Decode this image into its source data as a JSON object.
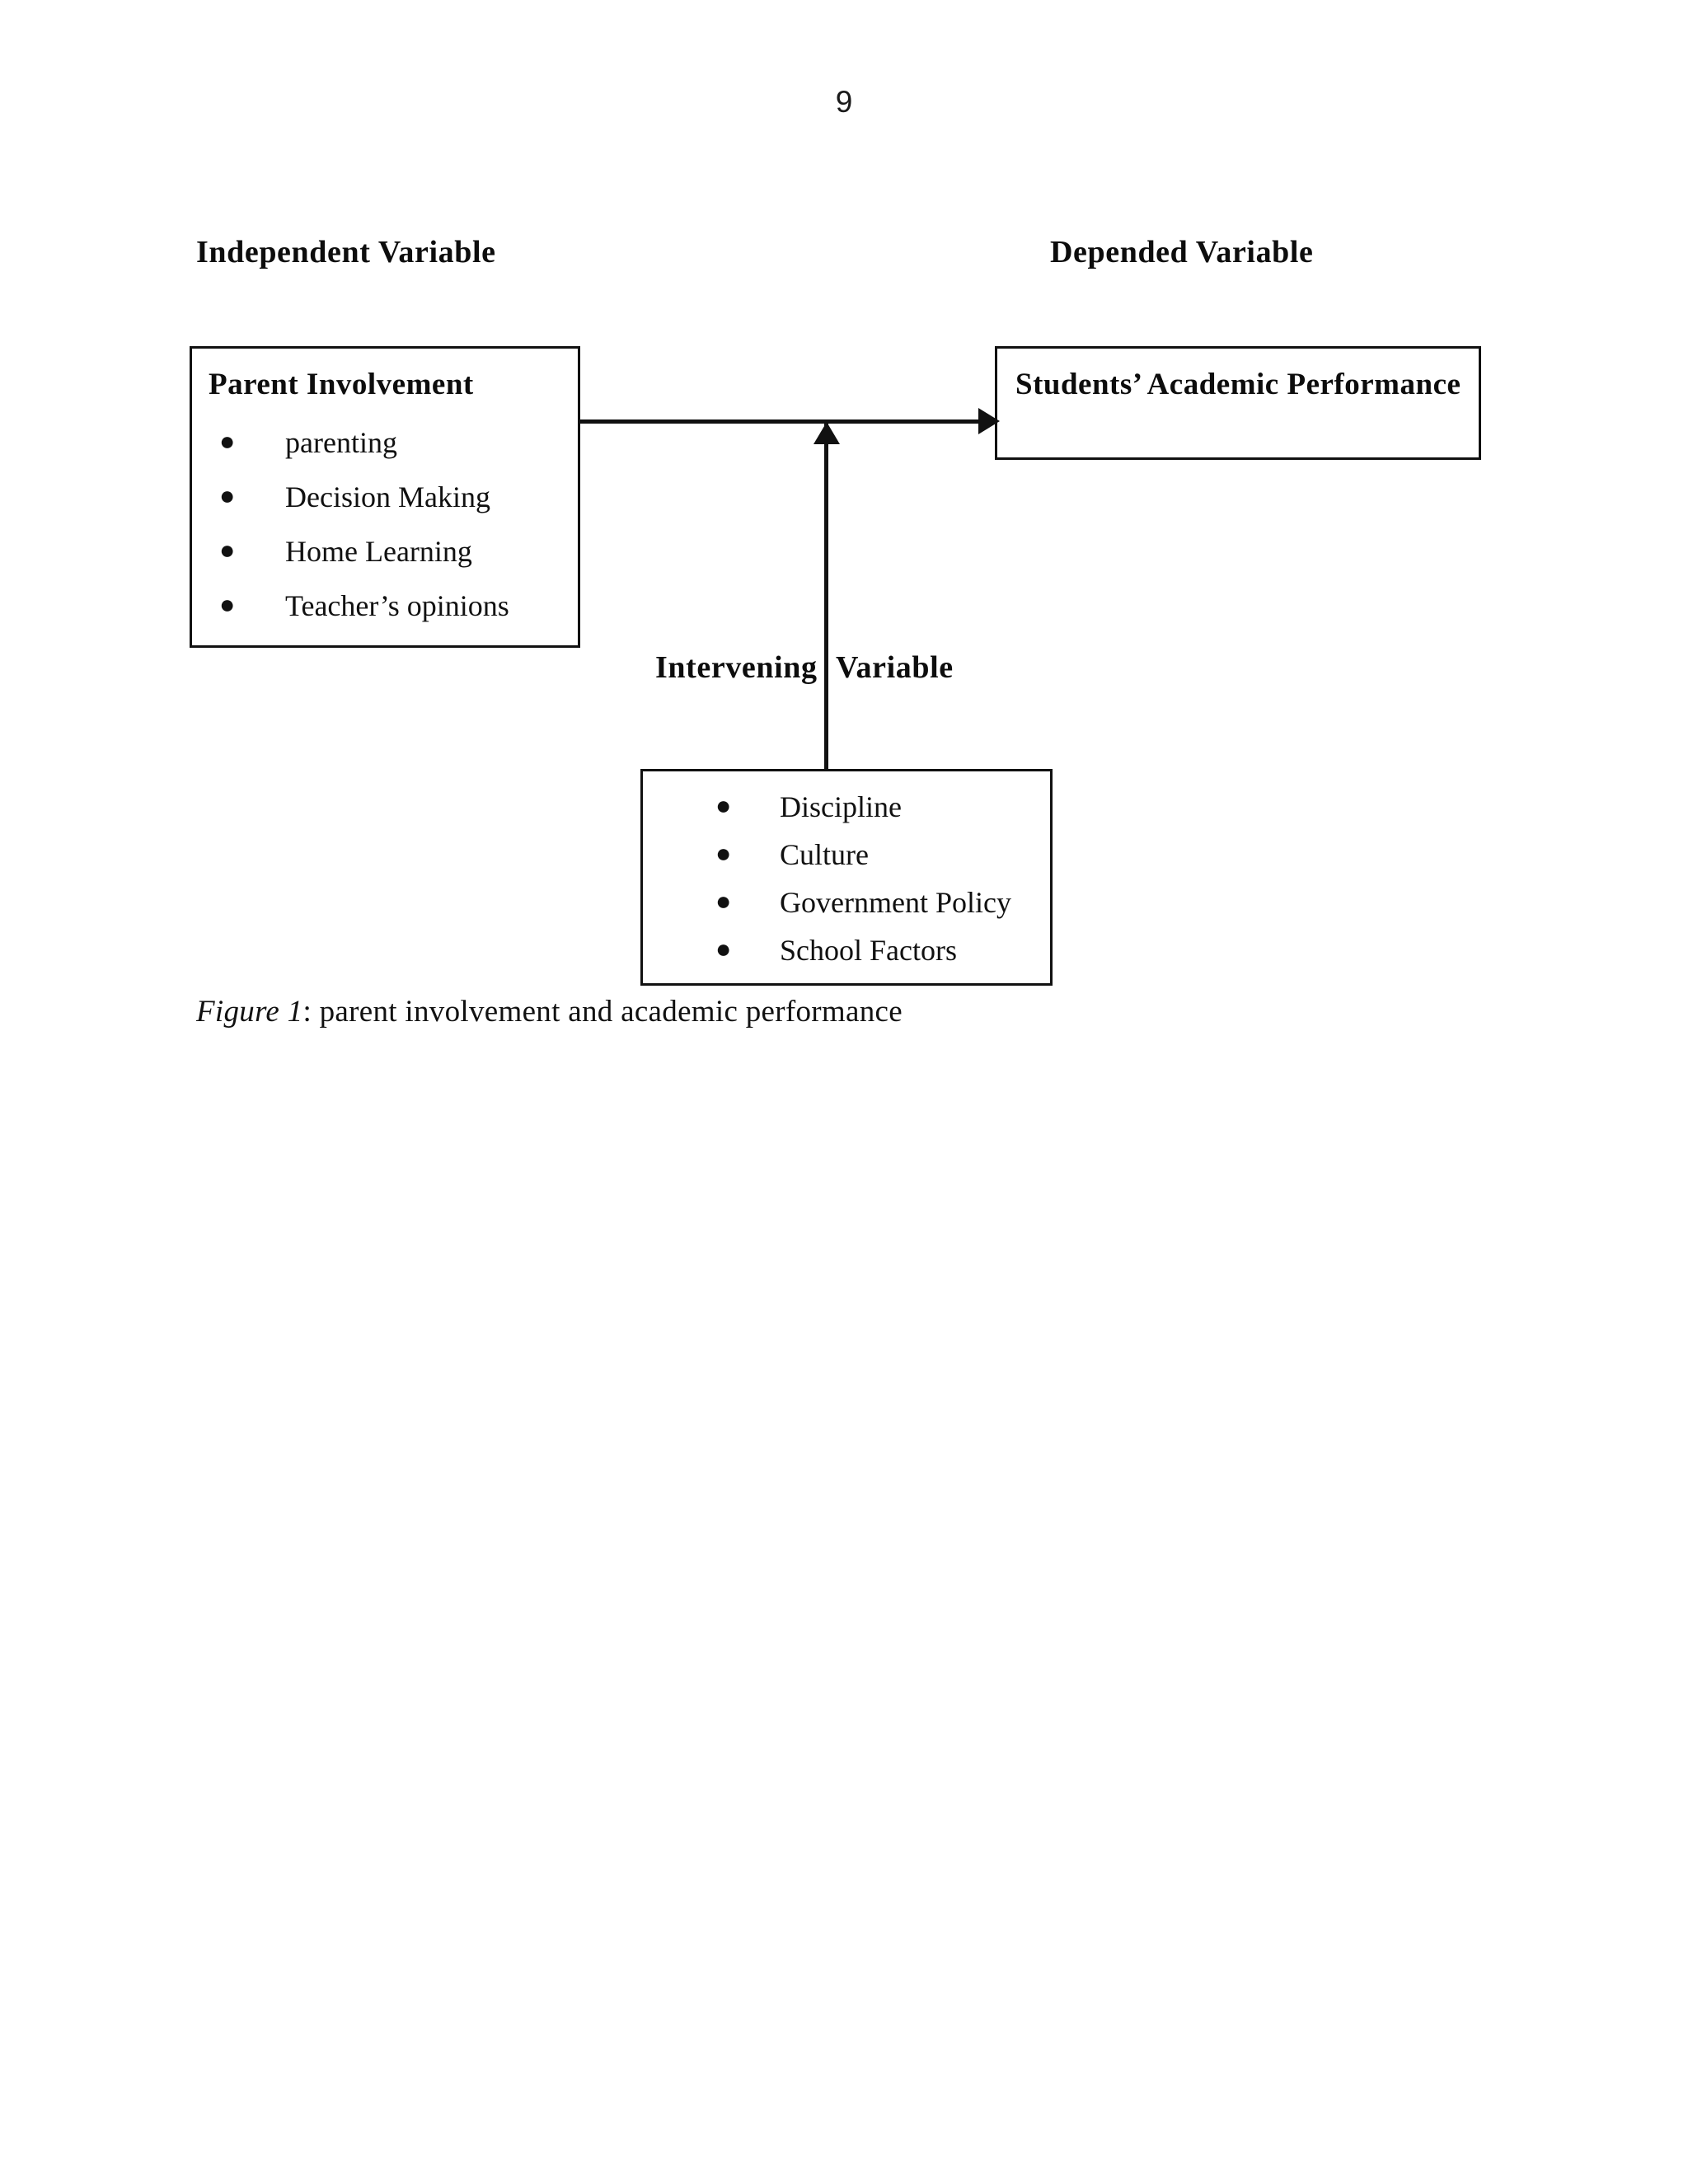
{
  "page": {
    "number": "9"
  },
  "headers": {
    "independent": "Independent Variable",
    "depended": "Depended Variable",
    "intervening_word_1": "Intervening",
    "intervening_word_2": "Variable"
  },
  "diagram": {
    "type": "concept-map",
    "independent_box": {
      "title": "Parent Involvement",
      "items": [
        "parenting",
        "Decision Making",
        "Home Learning",
        "Teacher’s opinions"
      ]
    },
    "dependent_box": {
      "title": "Students’ Academic Performance",
      "items": []
    },
    "intervening_box": {
      "title": "",
      "items": [
        "Discipline",
        "Culture",
        "Government Policy",
        "School Factors"
      ]
    },
    "bullet_glyph": "●",
    "connectors": [
      {
        "from": "independent_box",
        "to": "dependent_box",
        "direction": "horizontal-right"
      },
      {
        "from": "intervening_box",
        "to": "connector-horizontal",
        "direction": "vertical-up"
      }
    ]
  },
  "caption": {
    "label": "Figure 1",
    "text": ": parent involvement and academic performance"
  },
  "colors": {
    "ink": "#111111",
    "page_background": "#ffffff"
  }
}
